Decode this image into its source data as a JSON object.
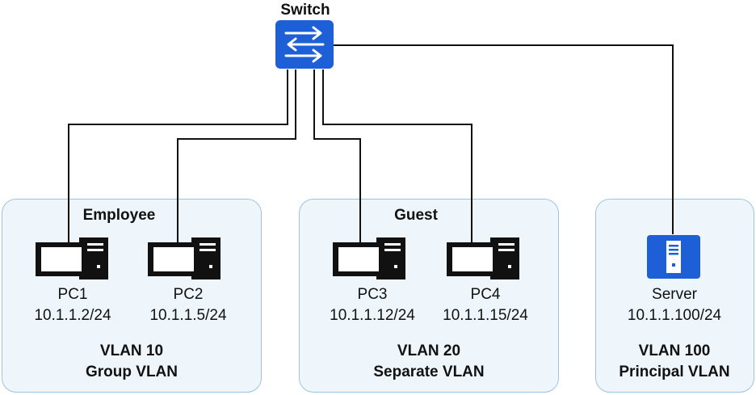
{
  "switch": {
    "label": "Switch",
    "icon": "switch-icon"
  },
  "groups": [
    {
      "title": "Employee",
      "vlan": "VLAN 10",
      "vlan_type": "Group VLAN",
      "devices": [
        {
          "name": "PC1",
          "ip": "10.1.1.2/24",
          "icon": "pc-icon"
        },
        {
          "name": "PC2",
          "ip": "10.1.1.5/24",
          "icon": "pc-icon"
        }
      ]
    },
    {
      "title": "Guest",
      "vlan": "VLAN 20",
      "vlan_type": "Separate VLAN",
      "devices": [
        {
          "name": "PC3",
          "ip": "10.1.1.12/24",
          "icon": "pc-icon"
        },
        {
          "name": "PC4",
          "ip": "10.1.1.15/24",
          "icon": "pc-icon"
        }
      ]
    },
    {
      "title": "",
      "vlan": "VLAN 100",
      "vlan_type": "Principal VLAN",
      "devices": [
        {
          "name": "Server",
          "ip": "10.1.1.100/24",
          "icon": "server-icon"
        }
      ]
    }
  ],
  "colors": {
    "zone_fill": "#eef6fb",
    "zone_border": "#9cc4e2",
    "device_blue": "#1d5fd6",
    "wire": "#111111"
  }
}
